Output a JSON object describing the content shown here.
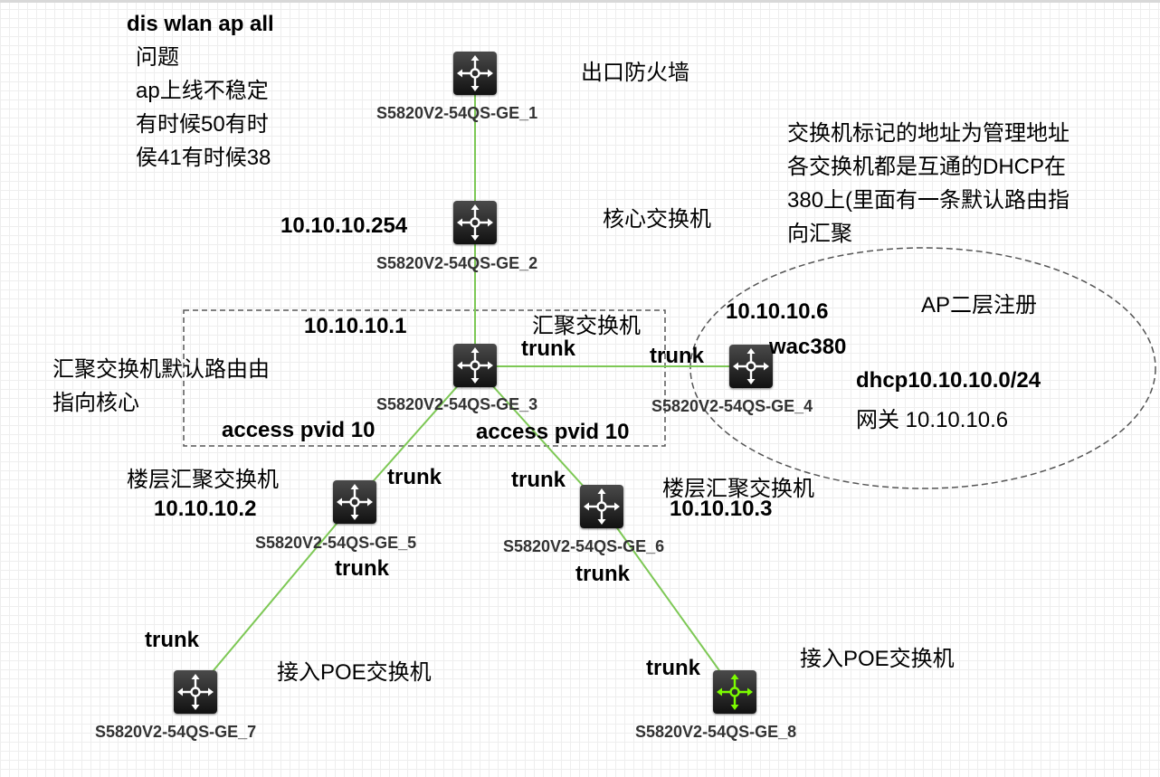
{
  "notes": {
    "top_left": [
      "dis wlan ap all",
      "问题",
      "ap上线不稳定",
      "有时候50有时",
      "侯41有时候38"
    ],
    "top_right": [
      "交换机标记的地址为管理地址",
      "各交换机都是互通的DHCP在",
      "380上(里面有一条默认路由指",
      "向汇聚"
    ],
    "left_mid": [
      "汇聚交换机默认路由由",
      "指向核心"
    ]
  },
  "region": {
    "ellipse_label": "AP二层注册",
    "dhcp_line": "dhcp10.10.10.0/24",
    "gateway_line": "网关 10.10.10.6"
  },
  "devices": {
    "ge1": {
      "name": "S5820V2-54QS-GE_1",
      "role": "出口防火墙"
    },
    "ge2": {
      "name": "S5820V2-54QS-GE_2",
      "role": "核心交换机",
      "ip": "10.10.10.254"
    },
    "ge3": {
      "name": "S5820V2-54QS-GE_3",
      "role": "汇聚交换机",
      "ip": "10.10.10.1"
    },
    "ge4": {
      "name": "S5820V2-54QS-GE_4",
      "role": "wac380",
      "ip": "10.10.10.6"
    },
    "ge5": {
      "name": "S5820V2-54QS-GE_5",
      "role": "楼层汇聚交换机",
      "ip": "10.10.10.2"
    },
    "ge6": {
      "name": "S5820V2-54QS-GE_6",
      "role": "楼层汇聚交换机",
      "ip": "10.10.10.3"
    },
    "ge7": {
      "name": "S5820V2-54QS-GE_7",
      "role": "接入POE交换机"
    },
    "ge8": {
      "name": "S5820V2-54QS-GE_8",
      "role": "接入POE交换机"
    }
  },
  "ports": {
    "ge3_to_ge4": "trunk",
    "ge4_to_ge3": "trunk",
    "ge3_to_ge5": "access pvid 10",
    "ge3_to_ge6": "access pvid 10",
    "ge5_to_ge3": "trunk",
    "ge6_to_ge3": "trunk",
    "ge5_to_ge7": "trunk",
    "ge7_to_ge5": "trunk",
    "ge6_to_ge8": "trunk",
    "ge8_to_ge6": "trunk"
  },
  "colors": {
    "link": "#7dc855",
    "dashed_border": "#555555",
    "device_dark": "#222222",
    "device_icon": "#ffffff",
    "device_icon_active": "#7cfc00"
  }
}
